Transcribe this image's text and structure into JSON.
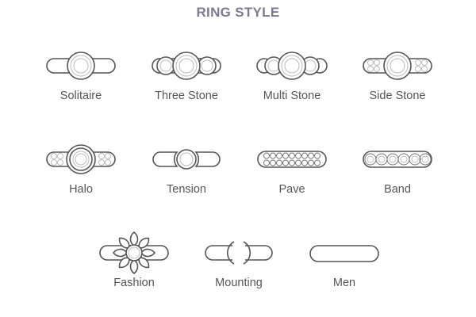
{
  "title": "RING STYLE",
  "styles": [
    {
      "label": "Solitaire",
      "icon": "solitaire-icon"
    },
    {
      "label": "Three Stone",
      "icon": "three-stone-icon"
    },
    {
      "label": "Multi Stone",
      "icon": "multi-stone-icon"
    },
    {
      "label": "Side Stone",
      "icon": "side-stone-icon"
    },
    {
      "label": "Halo",
      "icon": "halo-icon"
    },
    {
      "label": "Tension",
      "icon": "tension-icon"
    },
    {
      "label": "Pave",
      "icon": "pave-icon"
    },
    {
      "label": "Band",
      "icon": "band-icon"
    },
    {
      "label": "Fashion",
      "icon": "fashion-icon"
    },
    {
      "label": "Mounting",
      "icon": "mounting-icon"
    },
    {
      "label": "Men",
      "icon": "men-icon"
    }
  ]
}
